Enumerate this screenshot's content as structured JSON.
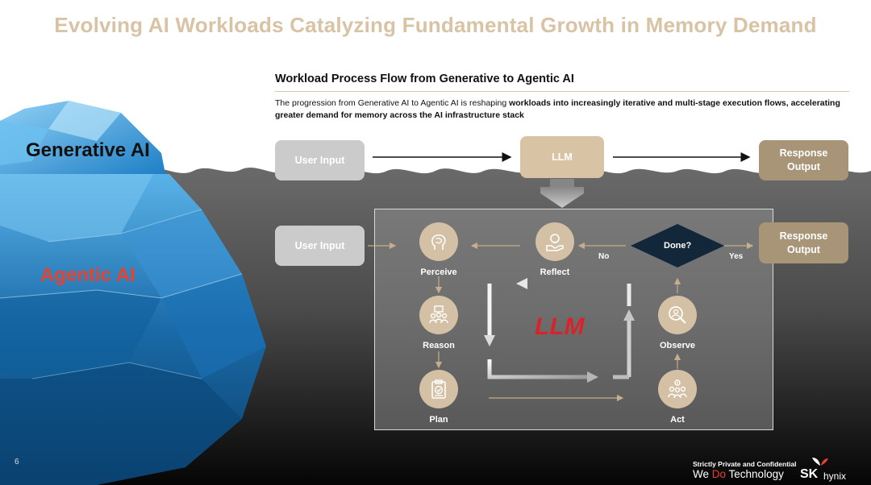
{
  "slide": {
    "title": "Evolving AI Workloads Catalyzing Fundamental Growth in Memory Demand",
    "subtitle": "Workload Process Flow from Generative to Agentic AI",
    "description_plain": "The progression from Generative AI to Agentic AI is reshaping ",
    "description_bold": "workloads into increasingly iterative and multi-stage execution flows, accelerating greater demand for memory across the AI infrastructure stack",
    "page_number": "6",
    "confidential": "Strictly Private and Confidential",
    "tagline_pre": "We ",
    "tagline_do": "Do",
    "tagline_post": " Technology",
    "logo_sk": "SK",
    "logo_hynix": "hynix"
  },
  "iceberg": {
    "generative_label": "Generative AI",
    "agentic_label": "Agentic AI",
    "colors": {
      "sky_blue": "#3aa0e0",
      "deep_blue": "#0f5f9a",
      "agentic_red": "#e8412c"
    }
  },
  "generative_flow": {
    "user_input": "User Input",
    "llm": "LLM",
    "response_line1": "Response",
    "response_line2": "Output"
  },
  "agentic_flow": {
    "user_input": "User Input",
    "response_line1": "Response",
    "response_line2": "Output",
    "center_label": "LLM",
    "decision": "Done?",
    "no_label": "No",
    "yes_label": "Yes",
    "nodes": {
      "perceive": {
        "label": "Perceive",
        "icon": "brain-head-icon"
      },
      "reflect": {
        "label": "Reflect",
        "icon": "lightbulb-hand-icon"
      },
      "reason": {
        "label": "Reason",
        "icon": "people-discussion-icon"
      },
      "observe": {
        "label": "Observe",
        "icon": "magnifier-person-icon"
      },
      "plan": {
        "label": "Plan",
        "icon": "clipboard-check-icon"
      },
      "act": {
        "label": "Act",
        "icon": "team-gear-icon"
      }
    }
  },
  "colors": {
    "title_tan": "#d8c3a5",
    "box_gray": "#cbcbcb",
    "box_tan": "#d8c3a5",
    "box_brown": "#a89477",
    "node_tan": "#d4c0a4",
    "diamond_navy": "#13273b",
    "llm_red": "#d8232a"
  }
}
